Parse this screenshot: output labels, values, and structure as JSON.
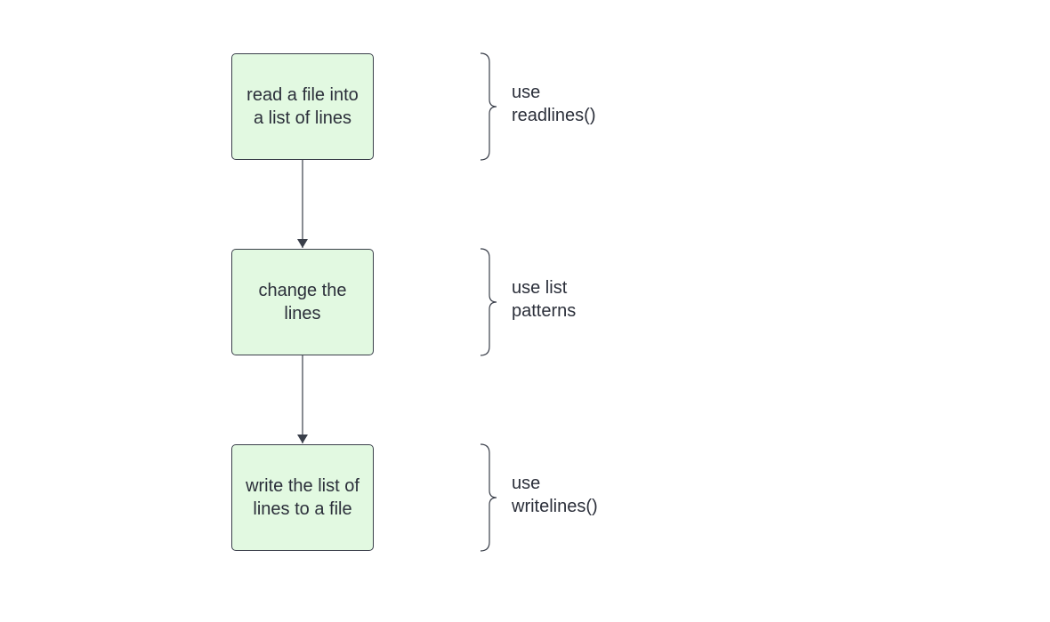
{
  "steps": [
    {
      "label": "read a file into a list of lines"
    },
    {
      "label": "change the lines"
    },
    {
      "label": "write the list of lines to a file"
    }
  ],
  "notes": [
    {
      "text": "use\nreadlines()"
    },
    {
      "text": "use list\npatterns"
    },
    {
      "text": "use\nwritelines()"
    }
  ],
  "colors": {
    "box_fill": "#e2f9e1",
    "stroke": "#3a3f4a",
    "text": "#2b2f3a"
  }
}
